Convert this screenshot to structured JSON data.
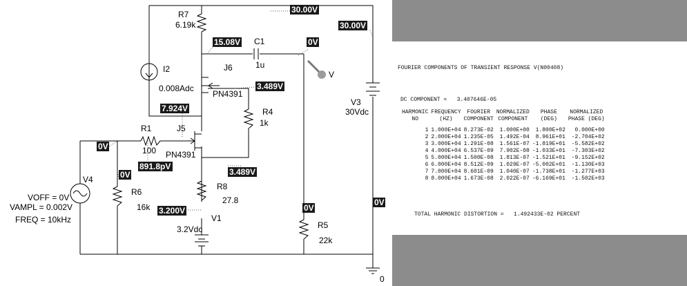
{
  "schematic": {
    "components": {
      "r7": {
        "name": "R7",
        "value": "6.19k"
      },
      "i2": {
        "name": "I2",
        "value": "0.008Adc"
      },
      "j6": {
        "name": "J6",
        "model": "PN4391"
      },
      "c1": {
        "name": "C1",
        "value": "1u"
      },
      "r4": {
        "name": "R4",
        "value": "1k"
      },
      "r1": {
        "name": "R1",
        "value": "100"
      },
      "j5": {
        "name": "J5",
        "model": "PN4391"
      },
      "v4": {
        "name": "V4",
        "voff": "VOFF = 0V",
        "vampl": "VAMPL = 0.002V",
        "freq": "FREQ = 10kHz"
      },
      "r6": {
        "name": "R6",
        "value": "16k"
      },
      "r8": {
        "name": "R8",
        "value": "27.8"
      },
      "v1": {
        "name": "V1",
        "value": "3.2Vdc"
      },
      "v3": {
        "name": "V3",
        "value": "30Vdc"
      },
      "r5": {
        "name": "R5",
        "value": "22k"
      },
      "ground": {
        "label": "0"
      },
      "probe": {
        "label": "V"
      }
    },
    "bias_labels": {
      "top_rail": "30.00V",
      "v3_top": "30.00V",
      "j6_drain": "15.08V",
      "output": "0V",
      "j6_source": "3.489V",
      "j5_drain": "7.924V",
      "input": "0V",
      "r6_top": "0V",
      "j5_gate_current": "891.8pV",
      "j5_source": "3.489V",
      "v1_top": "3.200V",
      "r5_top": "0V",
      "right_rail": "0V"
    },
    "colors": {
      "wire": "#000000",
      "bias_label_bg": "#1a1a1a",
      "bias_label_text": "#ffffff",
      "probe": "#9b9b9b"
    }
  },
  "report": {
    "title": "FOURIER COMPONENTS OF TRANSIENT RESPONSE V(N00408)",
    "dc_component": "DC COMPONENT =   3.407646E-05",
    "headers": [
      [
        "HARMONIC",
        "NO"
      ],
      [
        "FREQUENCY",
        "(HZ)"
      ],
      [
        "FOURIER",
        "COMPONENT"
      ],
      [
        "NORMALIZED",
        "COMPONENT"
      ],
      [
        "PHASE",
        "(DEG)"
      ],
      [
        "NORMALIZED",
        "PHASE (DEG)"
      ]
    ],
    "rows": [
      [
        "1",
        "1.000E+04",
        "8.273E-02",
        "1.000E+00",
        "1.800E+02",
        "0.000E+00"
      ],
      [
        "2",
        "2.000E+04",
        "1.235E-05",
        "1.492E-04",
        "8.961E+01",
        "-2.704E+02"
      ],
      [
        "3",
        "3.000E+04",
        "1.291E-08",
        "1.561E-07",
        "-1.819E+01",
        "-5.582E+02"
      ],
      [
        "4",
        "4.000E+04",
        "6.537E-09",
        "7.902E-08",
        "-1.033E+01",
        "-7.303E+02"
      ],
      [
        "5",
        "5.000E+04",
        "1.500E-08",
        "1.813E-07",
        "-1.521E+01",
        "-9.152E+02"
      ],
      [
        "6",
        "6.000E+04",
        "8.512E-09",
        "1.029E-07",
        "-5.002E+01",
        "-1.130E+03"
      ],
      [
        "7",
        "7.000E+04",
        "8.601E-09",
        "1.040E-07",
        "-1.738E+01",
        "-1.277E+03"
      ],
      [
        "8",
        "8.000E+04",
        "1.673E-08",
        "2.022E-07",
        "-6.169E+01",
        "-1.502E+03"
      ]
    ],
    "thd": "TOTAL HARMONIC DISTORTION =   1.492433E-02 PERCENT",
    "colors": {
      "panel": "#8c8c8c",
      "sheet": "#ffffff"
    }
  }
}
